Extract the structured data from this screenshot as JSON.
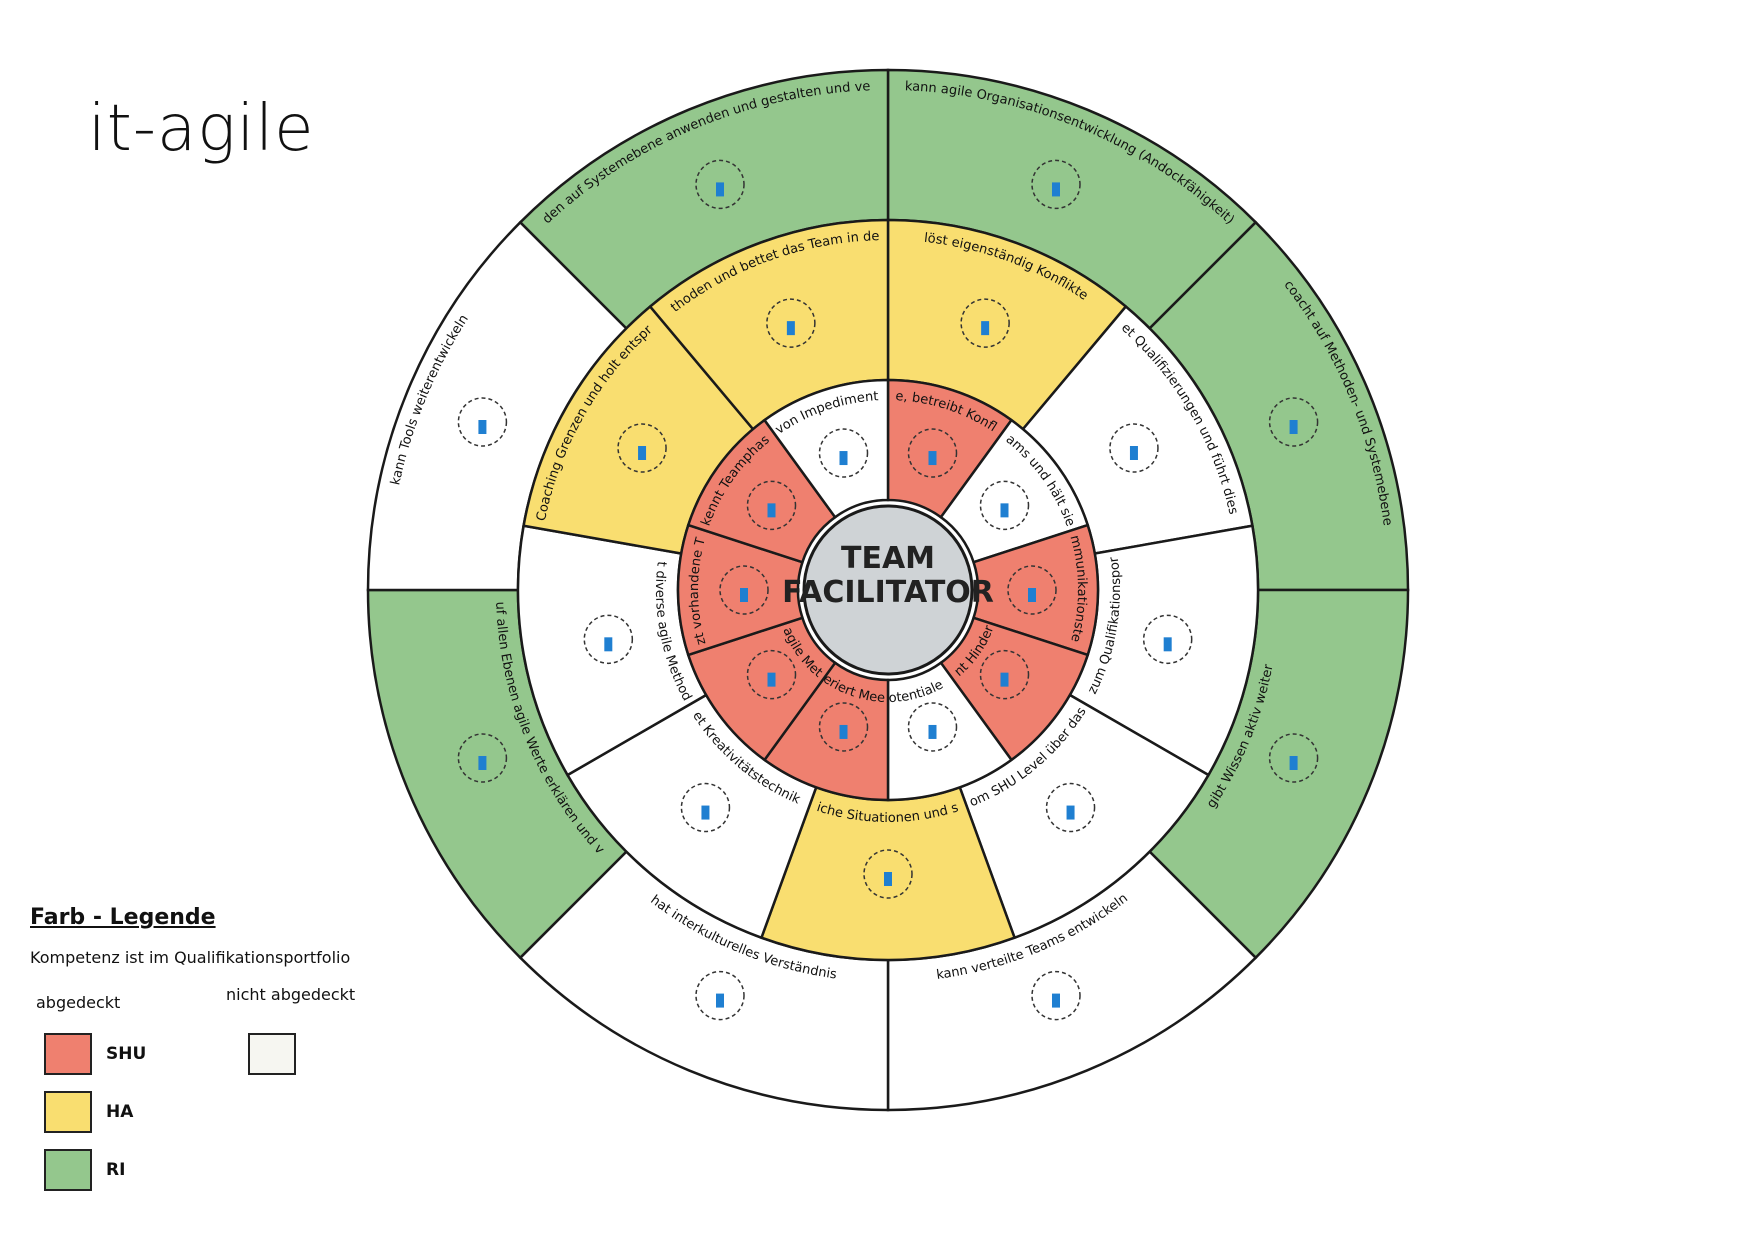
{
  "logo": "it-agile",
  "center": {
    "line1": "TEAM",
    "line2": "FACILITATOR"
  },
  "colors": {
    "SHU": "#ef806f",
    "HA": "#f9de70",
    "RI": "#94c78d",
    "none": "#ffffff"
  },
  "rings": {
    "inner": [
      {
        "label": "erkennt Konflikte, betreibt Konfliktmanagement",
        "level": "SHU"
      },
      {
        "label": "begleitet Teams und hält sie am Laufen",
        "level": "none"
      },
      {
        "label": "wendet Kommunikationstechniken an",
        "level": "SHU"
      },
      {
        "label": "erkennt Hindernisse",
        "level": "SHU"
      },
      {
        "label": "erkennt Potentiale des Teams",
        "level": "none"
      },
      {
        "label": "moderiert Meetings",
        "level": "SHU"
      },
      {
        "label": "kennt agile Methoden",
        "level": "SHU"
      },
      {
        "label": "nutzt vorhandene Tools",
        "level": "SHU"
      },
      {
        "label": "erkennt Teamphasen",
        "level": "SHU"
      },
      {
        "label": "sorgt für das Erkennen von Impediments und deren Beseitigung",
        "level": "none"
      }
    ],
    "middle": [
      {
        "label": "löst eigenständig Konflikte",
        "level": "HA"
      },
      {
        "label": "begleitet Qualifizierungen und führt diese durch",
        "level": "none"
      },
      {
        "label": "berät zum Qualifikationsportfolio",
        "level": "none"
      },
      {
        "label": "kann Teamentwicklung planen und Teams vom SHU Level über das HA Level führen und neue Teams aufbauen",
        "level": "none"
      },
      {
        "label": "moderiert unterschiedliche Situationen und stellt Rollen-Klarheit her",
        "level": "HA"
      },
      {
        "label": "wendet Kreativitätstechniken an",
        "level": "none"
      },
      {
        "label": "wendet diverse agile Methoden an",
        "level": "none"
      },
      {
        "label": "versteht die eigenen Coaching Grenzen und holt entsprechend Unterstützung",
        "level": "HA"
      },
      {
        "label": "kennt Scaling Methoden und bettet das Team in den Wertstrom ein",
        "level": "HA"
      }
    ],
    "outer": [
      {
        "label": "kann agile Organisationsentwicklung (Andockfähigkeit)",
        "level": "RI"
      },
      {
        "label": "coacht auf Methoden- und Systemebene",
        "level": "RI"
      },
      {
        "label": "gibt Wissen aktiv weiter",
        "level": "RI"
      },
      {
        "label": "kann verteilte Teams entwickeln",
        "level": "none"
      },
      {
        "label": "hat interkulturelles Verständnis",
        "level": "none"
      },
      {
        "label": "kann auf allen Ebenen agile Werte erklären und vorleben",
        "level": "RI"
      },
      {
        "label": "kann Tools weiterentwickeln",
        "level": "none"
      },
      {
        "label": "kann Skalierungsmethoden auf Systemebene anwenden und gestalten und verantwortet Wirksamkeit",
        "level": "RI"
      }
    ]
  },
  "legend": {
    "title": "Farb - Legende",
    "subtitle": "Kompetenz ist im Qualifikationsportfolio",
    "covered": "abgedeckt",
    "not_covered": "nicht abgedeckt",
    "items": [
      {
        "label": "SHU",
        "color": "#ef806f"
      },
      {
        "label": "HA",
        "color": "#f9de70"
      },
      {
        "label": "RI",
        "color": "#94c78d"
      }
    ],
    "none_color": "#f6f6f1"
  }
}
